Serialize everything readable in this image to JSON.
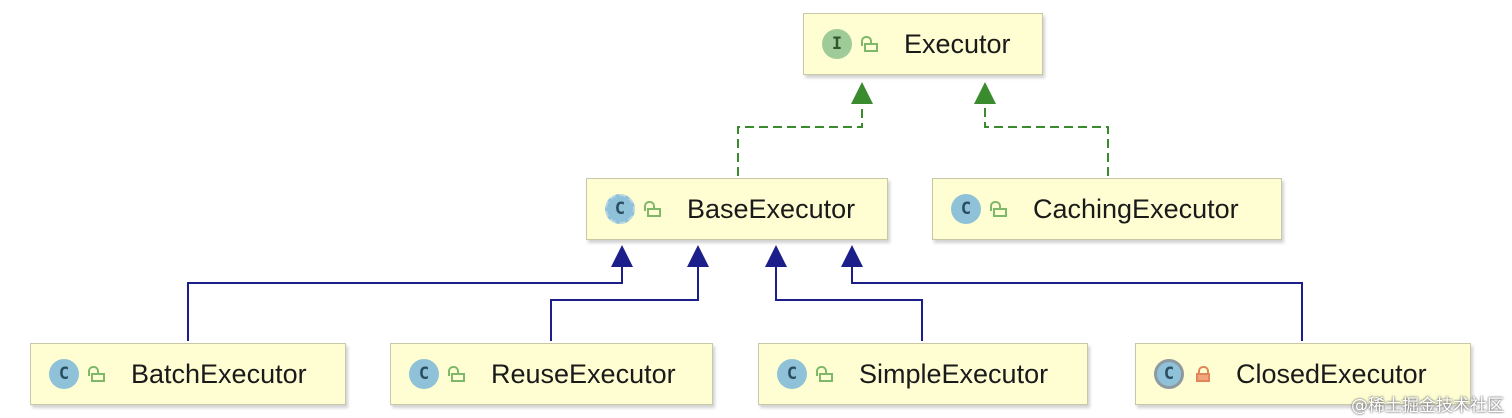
{
  "nodes": {
    "executor": {
      "label": "Executor",
      "icon": "I"
    },
    "base_executor": {
      "label": "BaseExecutor",
      "icon": "C"
    },
    "caching_executor": {
      "label": "CachingExecutor",
      "icon": "C"
    },
    "batch_executor": {
      "label": "BatchExecutor",
      "icon": "C"
    },
    "reuse_executor": {
      "label": "ReuseExecutor",
      "icon": "C"
    },
    "simple_executor": {
      "label": "SimpleExecutor",
      "icon": "C"
    },
    "closed_executor": {
      "label": "ClosedExecutor",
      "icon": "C"
    }
  },
  "edges": [
    {
      "from": "BaseExecutor",
      "to": "Executor",
      "kind": "implements"
    },
    {
      "from": "CachingExecutor",
      "to": "Executor",
      "kind": "implements"
    },
    {
      "from": "BatchExecutor",
      "to": "BaseExecutor",
      "kind": "extends"
    },
    {
      "from": "ReuseExecutor",
      "to": "BaseExecutor",
      "kind": "extends"
    },
    {
      "from": "SimpleExecutor",
      "to": "BaseExecutor",
      "kind": "extends"
    },
    {
      "from": "ClosedExecutor",
      "to": "BaseExecutor",
      "kind": "extends"
    }
  ],
  "colors": {
    "node_fill": "#fefed2",
    "implements_edge": "#3a8a2e",
    "extends_edge": "#1c1f8a"
  },
  "icons": {
    "interface": "interface-icon",
    "class": "class-icon",
    "abstract": "abstract-class-icon",
    "public": "unlocked-icon",
    "private": "lock-icon"
  },
  "watermark": "@稀土掘金技术社区"
}
